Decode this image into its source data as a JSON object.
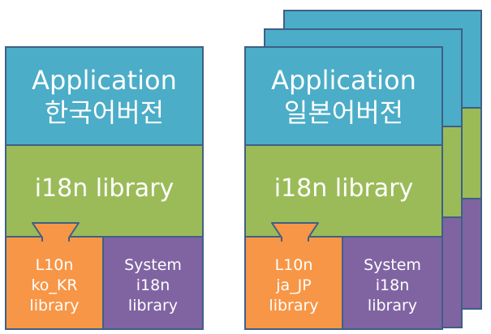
{
  "left_stack": {
    "app_line1": "Application",
    "app_line2": "한국어버전",
    "i18n": "i18n library",
    "l10n_line1": "L10n",
    "l10n_line2": "ko_KR",
    "l10n_line3": "library",
    "sys_line1": "System",
    "sys_line2": "i18n",
    "sys_line3": "library"
  },
  "right_stack": {
    "app_line1": "Application",
    "app_line2": "일본어버전",
    "i18n": "i18n library",
    "l10n_line1": "L10n",
    "l10n_line2": "ja_JP",
    "l10n_line3": "library",
    "sys_line1": "System",
    "sys_line2": "i18n",
    "sys_line3": "library"
  },
  "colors": {
    "application": "#4badc7",
    "i18n": "#9bbb59",
    "l10n": "#f79646",
    "system": "#8064a2",
    "border": "#3f5f86"
  }
}
